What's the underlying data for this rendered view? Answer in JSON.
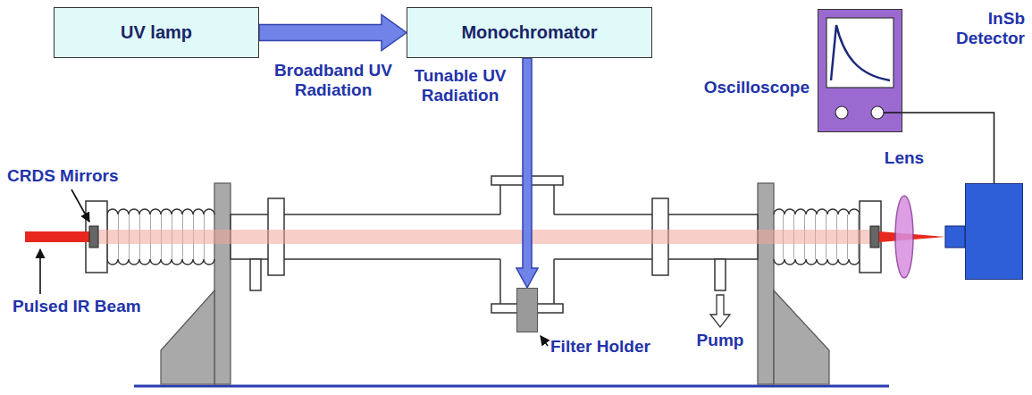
{
  "diagram": {
    "nodes": [
      {
        "text": [
          "UV lamp"
        ]
      },
      {
        "text": [
          "Monochromator"
        ]
      },
      {
        "text": [
          "Oscilloscope"
        ]
      },
      {
        "text": [
          "InSb Detector"
        ]
      },
      {
        "text": [
          "Filter Holder"
        ]
      }
    ],
    "edges": [
      {
        "from": 0,
        "to": 1,
        "arrow": "to",
        "label": "Broadband UV Radiation"
      },
      {
        "from": 1,
        "to": 4,
        "arrow": "to",
        "label": "Tunable UV Radiation"
      },
      {
        "from": 2,
        "to": 3,
        "arrow": "none"
      }
    ],
    "labels": [
      "CRDS Mirrors",
      "Pulsed IR Beam",
      "Lens",
      "Pump"
    ]
  }
}
